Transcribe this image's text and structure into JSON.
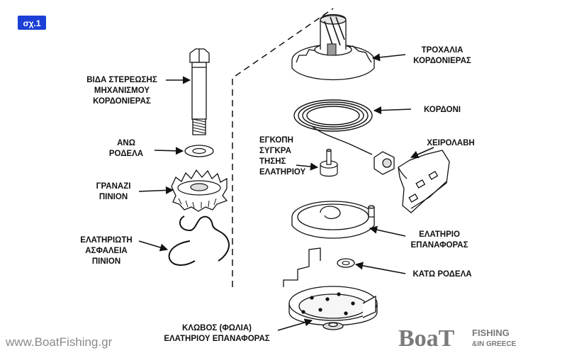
{
  "figure_tag": "σχ.1",
  "labels": {
    "screw": [
      "ΒΙΔΑ ΣΤΕΡΕΩΣΗΣ",
      "ΜΗΧΑΝΙΣΜΟΥ",
      "ΚΟΡΔΟΝΙΕΡΑΣ"
    ],
    "upper_washer": [
      "ΑΝΩ",
      "ΡΟΔΕΛΑ"
    ],
    "pinion_gear": [
      "ΓΡΑΝΑΖΙ",
      "ΠΙΝΙΟΝ"
    ],
    "pinion_clip": [
      "ΕΛΑΤΗΡΙΩΤΗ",
      "ΑΣΦΑΛΕΙΑ",
      "ΠΙΝΙΟΝ"
    ],
    "spring_notch": [
      "ΕΓΚΟΠΗ",
      "ΣΥΓΚΡΑ",
      "ΤΗΣΗΣ",
      "ΕΛΑΤΗΡΙΟΥ"
    ],
    "pulley": [
      "ΤΡΟΧΑΛΙΑ",
      "ΚΟΡΔΟΝΙΕΡΑΣ"
    ],
    "cord": [
      "ΚΟΡΔΟΝΙ"
    ],
    "handle": [
      "ΧΕΙΡΟΛΑΒΗ"
    ],
    "rewind_spring": [
      "ΕΛΑΤΗΡΙΟ",
      "ΕΠΑΝΑΦΟΡΑΣ"
    ],
    "lower_washer": [
      "ΚΑΤΩ ΡΟΔΕΛΑ"
    ],
    "spring_housing": [
      "ΚΛΩΒΟΣ (ΦΩΛΙΑ)",
      "ΕΛΑΤΗΡΙΟΥ ΕΠΑΝΑΦΟΡΑΣ"
    ]
  },
  "watermark": "www.BoatFishing.gr",
  "logo": {
    "word": "BoaT",
    "line1": "FISHING",
    "line2": "&IN GREECE"
  },
  "colors": {
    "tag_bg": "#1c3fd6",
    "ink": "#111111",
    "watermark": "#8a8a8a"
  }
}
